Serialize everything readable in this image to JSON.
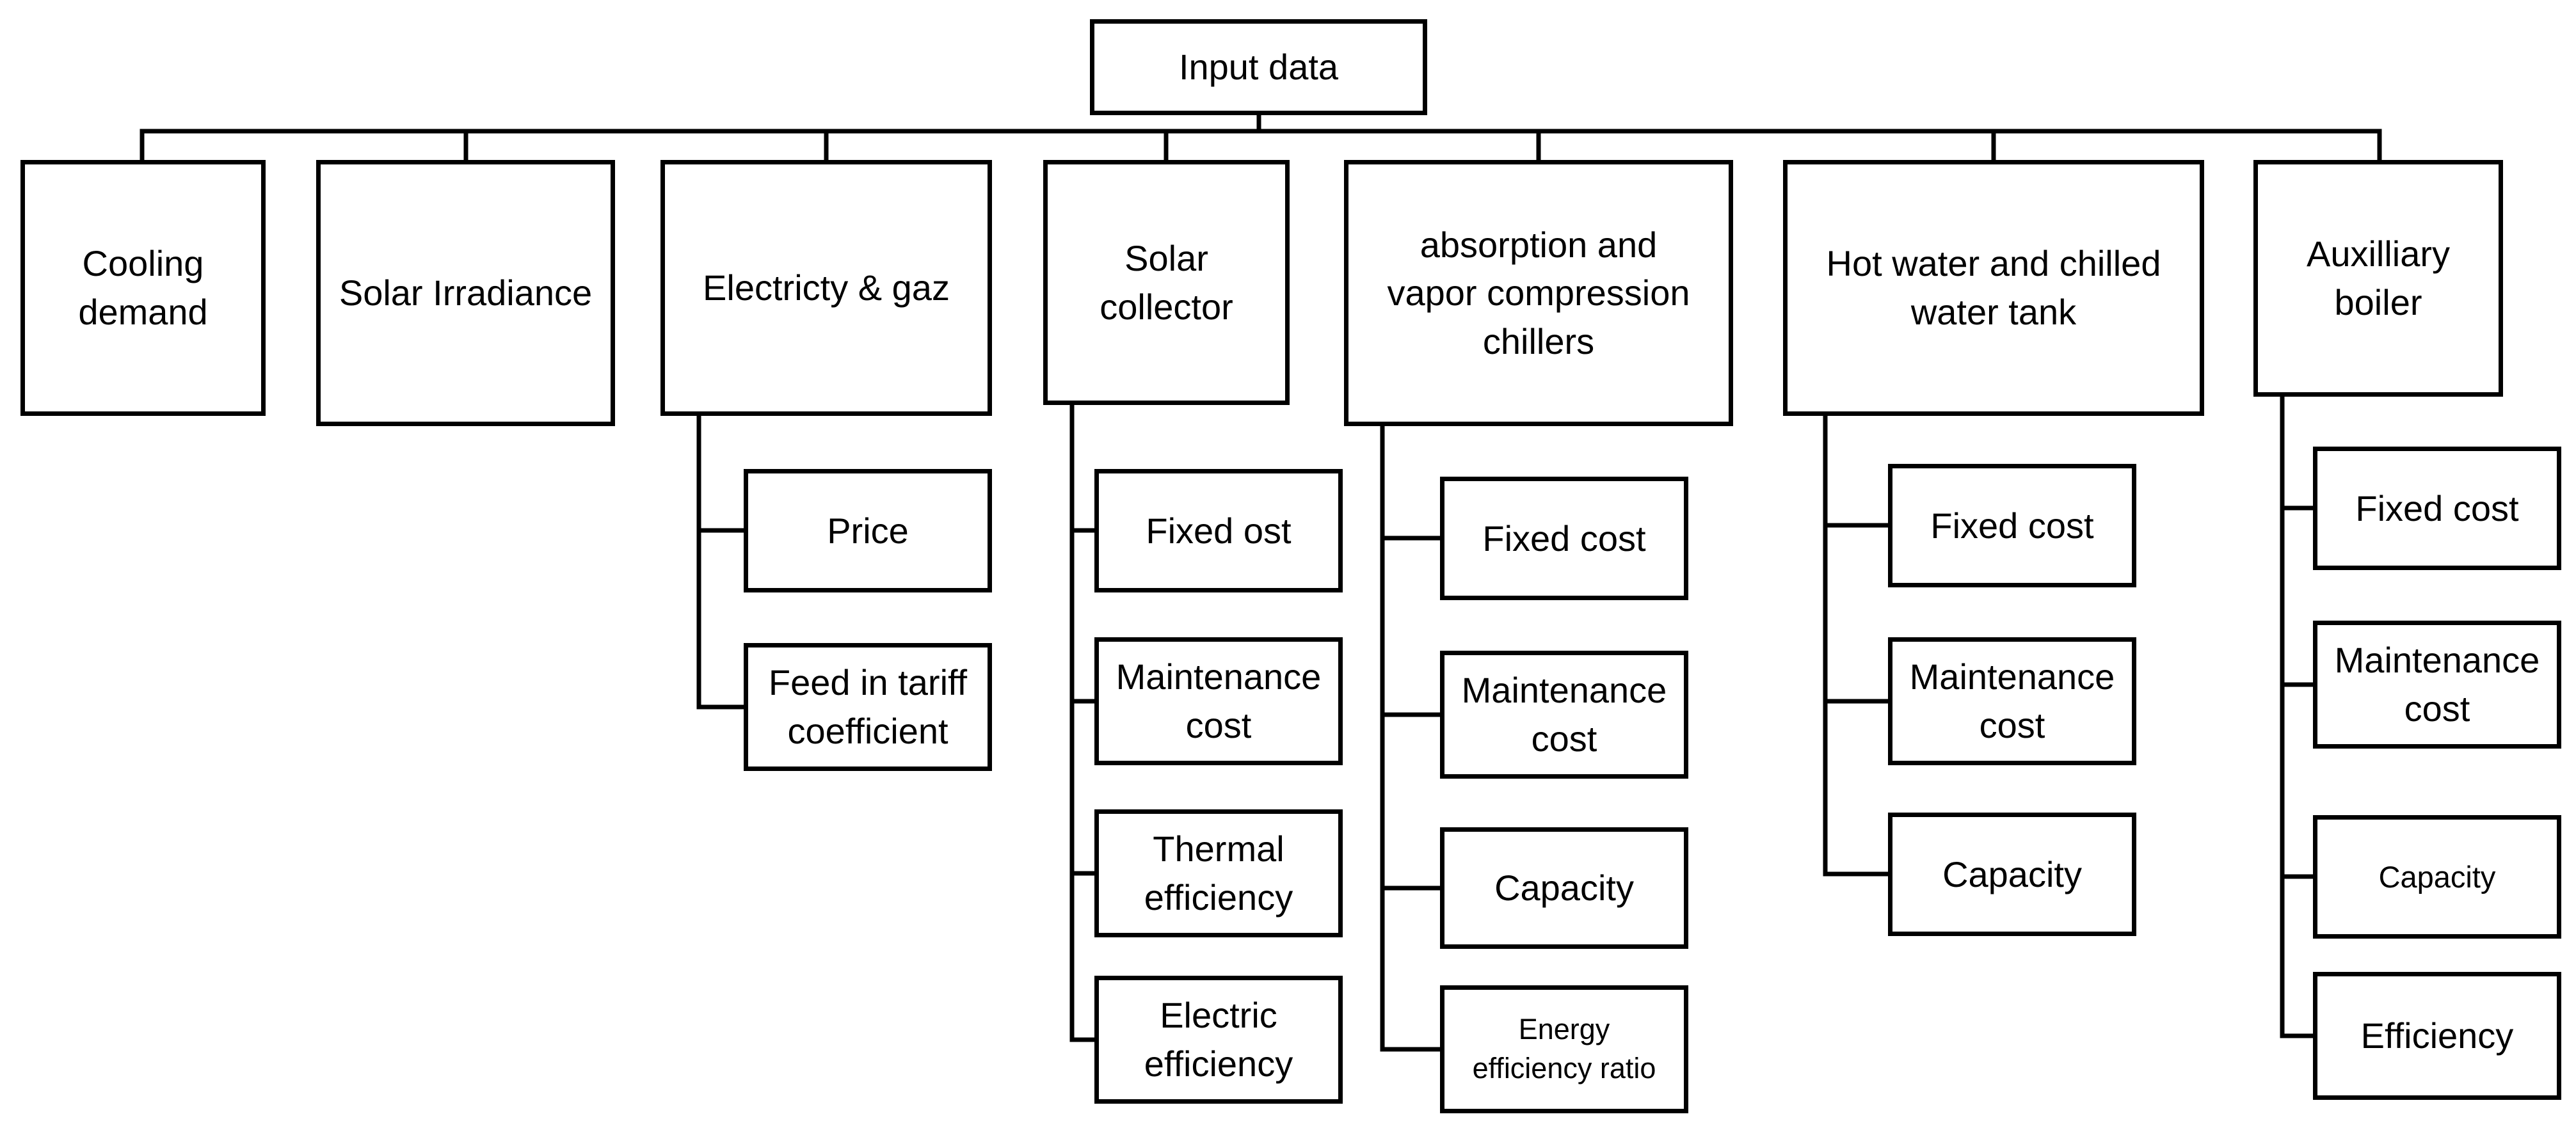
{
  "diagram": {
    "root": {
      "label": "Input data"
    },
    "categories": [
      {
        "label": "Cooling\ndemand",
        "children": []
      },
      {
        "label": "Solar Irradiance",
        "children": []
      },
      {
        "label": "Electricty & gaz",
        "children": [
          "Price",
          "Feed in tariff\ncoefficient"
        ]
      },
      {
        "label": "Solar\ncollector",
        "children": [
          "Fixed ost",
          "Maintenance\ncost",
          "Thermal\nefficiency",
          "Electric\nefficiency"
        ]
      },
      {
        "label": "absorption and\nvapor compression\nchillers",
        "children": [
          "Fixed cost",
          "Maintenance\ncost",
          "Capacity",
          "Energy\nefficiency ratio"
        ]
      },
      {
        "label": "Hot water and  chilled\nwater tank",
        "children": [
          "Fixed cost",
          "Maintenance\ncost",
          "Capacity"
        ]
      },
      {
        "label": "Auxilliary\nboiler",
        "children": [
          "Fixed cost",
          "Maintenance\ncost",
          "Capacity",
          "Efficiency"
        ]
      }
    ]
  }
}
